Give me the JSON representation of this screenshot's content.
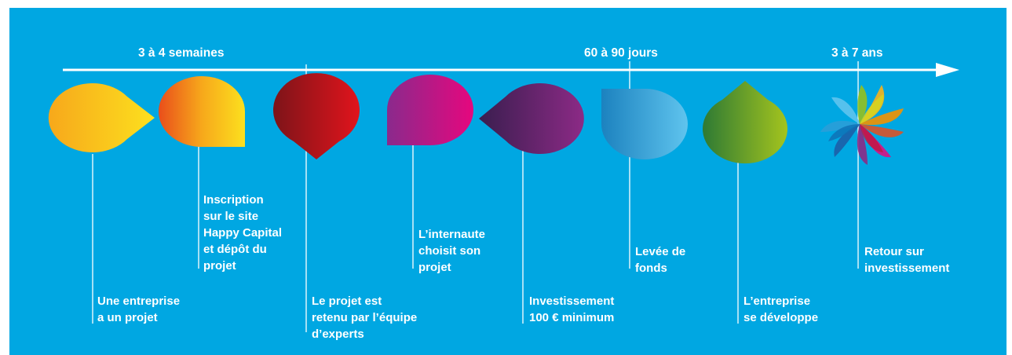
{
  "timeline": {
    "ranges": [
      {
        "text": "3 à 4 semaines"
      },
      {
        "text": "60 à 90 jours"
      },
      {
        "text": "3 à 7 ans"
      }
    ],
    "steps": [
      {
        "label": "Une entreprise\na un projet"
      },
      {
        "label": "Inscription\nsur le site\nHappy Capital\net dépôt du\nprojet"
      },
      {
        "label": "Le projet est\nretenu par l’équipe\nd’experts"
      },
      {
        "label": "L’internaute\nchoisit son\nprojet"
      },
      {
        "label": "Investissement\n100 € minimum"
      },
      {
        "label": "Levée de\nfonds"
      },
      {
        "label": "L’entreprise\nse développe"
      },
      {
        "label": "Retour sur\ninvestissement"
      }
    ]
  },
  "colors": {
    "background": "#00a7e2",
    "line": "#ffffff"
  }
}
